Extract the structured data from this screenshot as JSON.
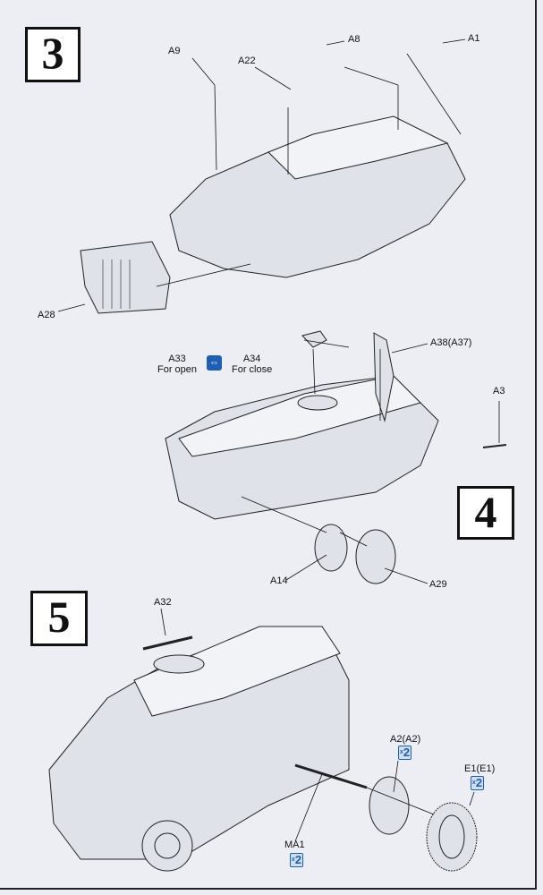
{
  "steps": {
    "s3": "3",
    "s4": "4",
    "s5": "5"
  },
  "step3": {
    "labels": {
      "a9": "A9",
      "a22": "A22",
      "a8": "A8",
      "a1": "A1",
      "a28": "A28"
    }
  },
  "step4": {
    "labels": {
      "a33": "A33",
      "a33_note": "For open",
      "a34": "A34",
      "a34_note": "For close",
      "a38": "A38(A37)",
      "a3": "A3",
      "a14": "A14",
      "a29": "A29"
    },
    "option_icon": "swap-arrows-icon"
  },
  "step5": {
    "labels": {
      "a32": "A32",
      "a2": "A2(A2)",
      "e1": "E1(E1)",
      "ma1": "MA1"
    },
    "qty": "2",
    "qty_prefix": "x"
  },
  "colors": {
    "accent": "#1d5fb4",
    "paper": "#eceef3"
  }
}
